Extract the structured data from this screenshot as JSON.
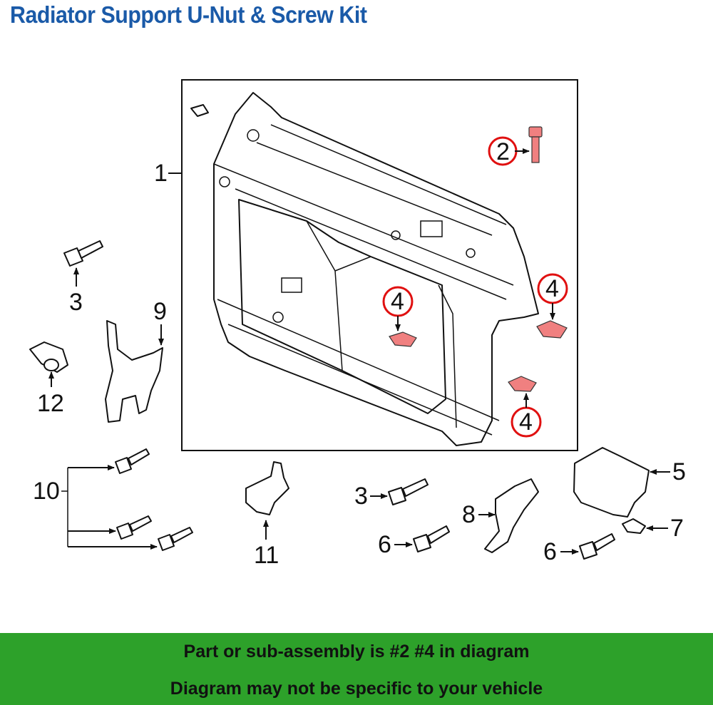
{
  "title": "Radiator Support  U-Nut & Screw Kit",
  "labels": {
    "p1": "1",
    "p2": "2",
    "p3a": "3",
    "p3b": "3",
    "p4a": "4",
    "p4b": "4",
    "p4c": "4",
    "p5": "5",
    "p6a": "6",
    "p6b": "6",
    "p7": "7",
    "p8": "8",
    "p9": "9",
    "p10": "10",
    "p11": "11",
    "p12": "12"
  },
  "colors": {
    "title": "#1a5aa8",
    "highlight_part": "#f08080",
    "highlight_ring": "#e01010",
    "footer_bg": "#2da12a"
  },
  "footer": {
    "line1": "Part or sub-assembly is #2 #4 in diagram",
    "line2": "Diagram may not be specific to your vehicle"
  }
}
